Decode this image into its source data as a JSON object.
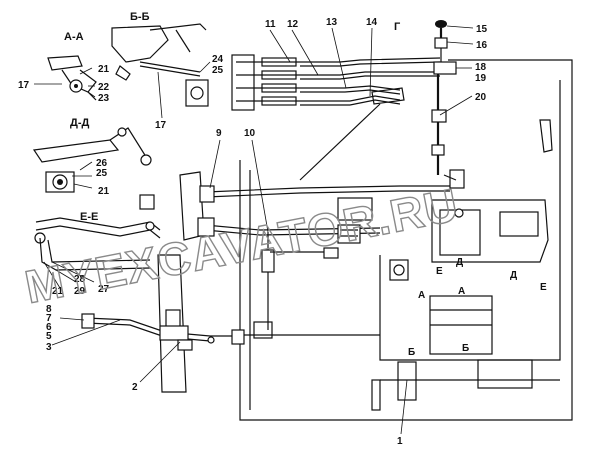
{
  "section_labels": [
    "А-А",
    "Б-Б",
    "Д-Д",
    "Е-Е",
    "Г"
  ],
  "callouts": [
    "1",
    "2",
    "3",
    "5",
    "6",
    "7",
    "8",
    "9",
    "10",
    "11",
    "12",
    "13",
    "14",
    "15",
    "16",
    "17",
    "18",
    "19",
    "20",
    "21",
    "22",
    "23",
    "24",
    "25",
    "26",
    "27",
    "28",
    "29"
  ],
  "small_marks": [
    "Д",
    "Д",
    "Е",
    "Е",
    "А",
    "А",
    "Б",
    "Б"
  ],
  "watermark": "MYEXCAVATOR.RU",
  "line_color": "#111111",
  "watermark_color": "#8a8a8a"
}
